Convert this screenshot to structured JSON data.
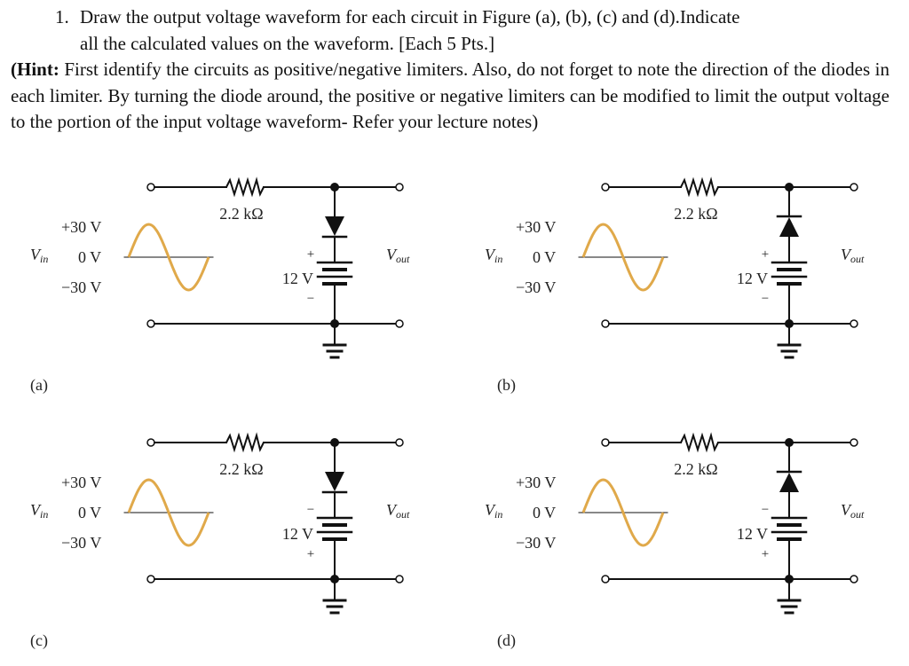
{
  "question": {
    "number": "1.",
    "line1": "Draw the output voltage waveform for each circuit in Figure (a), (b), (c) and (d).Indicate",
    "line2": "all the calculated values on the waveform. [Each 5 Pts.]"
  },
  "hint": {
    "open": "(",
    "label": "Hint:",
    "body": " First identify the circuits as positive/negative limiters. Also, do not forget to note the direction of the diodes in each limiter. By turning the diode around, the positive or negative limiters can be modified to limit the output voltage to the portion of the input voltage waveform- Refer your lecture notes)"
  },
  "figures": [
    {
      "label": "(a)",
      "diode": "down",
      "battery_top": "+",
      "battery_bottom": "−",
      "resistor": "2.2 kΩ",
      "battery": "12 V",
      "vin_pos": "+30 V",
      "vin_zero": "0 V",
      "vin_neg": "−30 V"
    },
    {
      "label": "(b)",
      "diode": "up",
      "battery_top": "+",
      "battery_bottom": "−",
      "resistor": "2.2 kΩ",
      "battery": "12 V",
      "vin_pos": "+30 V",
      "vin_zero": "0 V",
      "vin_neg": "−30 V"
    },
    {
      "label": "(c)",
      "diode": "down",
      "battery_top": "−",
      "battery_bottom": "+",
      "resistor": "2.2 kΩ",
      "battery": "12 V",
      "vin_pos": "+30 V",
      "vin_zero": "0 V",
      "vin_neg": "−30 V"
    },
    {
      "label": "(d)",
      "diode": "up",
      "battery_top": "−",
      "battery_bottom": "+",
      "resistor": "2.2 kΩ",
      "battery": "12 V",
      "vin_pos": "+30 V",
      "vin_zero": "0 V",
      "vin_neg": "−30 V"
    }
  ],
  "vin_label": {
    "main": "V",
    "sub": "in"
  },
  "vout_label": {
    "main": "V",
    "sub": "out"
  },
  "colors": {
    "waveform": "#E0A94A",
    "ink": "#111111"
  }
}
